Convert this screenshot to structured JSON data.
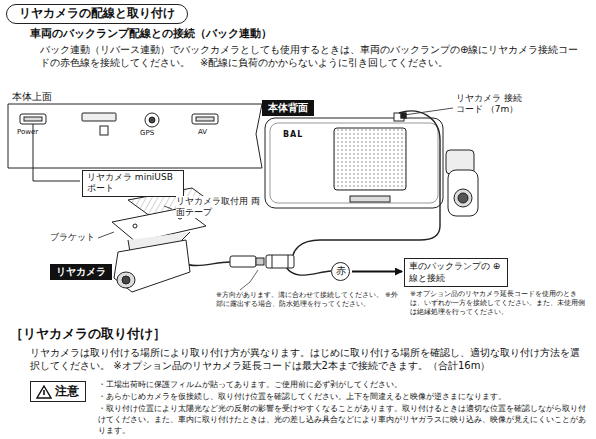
{
  "diagram": {
    "title": "リヤカメラの配線と取り付け",
    "nodes": [
      {
        "text": [
          "本体背面"
        ]
      },
      {
        "text": [
          "リヤカメラ"
        ]
      },
      {
        "text": [
          "赤"
        ]
      },
      {
        "text": [
          "車のバックランプの ⊕線と接続"
        ]
      },
      {
        "text": [
          "注意"
        ]
      }
    ],
    "edges": [
      {
        "from": 2,
        "to": 3,
        "arrow": "to"
      }
    ],
    "labels": [
      "車両のバックランプ配線との接続（バック連動）",
      "バック連動（リバース連動）でバックカメラとしても使用するときは、車両のバックランプの⊕線にリヤカメラ接続コードの赤色線を接続してください。　※配線に負荷のかからないように引き回してください。",
      "本体上面",
      "Power",
      "GPS",
      "AV",
      "リヤカメラ miniUSB ポート",
      "BAL",
      "リヤカメラ 接続コード （7m）",
      "リヤカメラ取付用 両面テープ",
      "ブラケット",
      "※方向があります。溝に合わせて接続してください。 ※外部に露出する場合、防水処理を行ってください。",
      "※オプション品のリヤカメラ延長コードを使用のときは、いずれか一方を接続してください。また、未使用側は絶縁処理を行ってください。",
      "［リヤカメラの取り付け］",
      "リヤカメラは取り付ける場所により取り付け方が異なります。はじめに取り付ける場所を確認し、適切な取り付け方法を選択してください。 ※オプション品のリヤカメラ延長コードは最大2本まで接続できます。（合計16m）",
      "・工場出荷時に保護フィルムが貼ってあります。ご使用前に必ず剥がしてください。",
      "・あらかじめカメラを仮接続し、取り付け位置を確認してください。上下を間違えると映像が逆さまになります。",
      "・取り付け位置により太陽光など光の反射の影響を受けやすくなることがあります。取り付けるときは適切な位置を確認しながら取り付けてください。また、車内に取り付けたときは、光の差し込み具合などにより車内がリヤガラスに映り込み、映像が見えにくいことがあります。"
    ]
  }
}
